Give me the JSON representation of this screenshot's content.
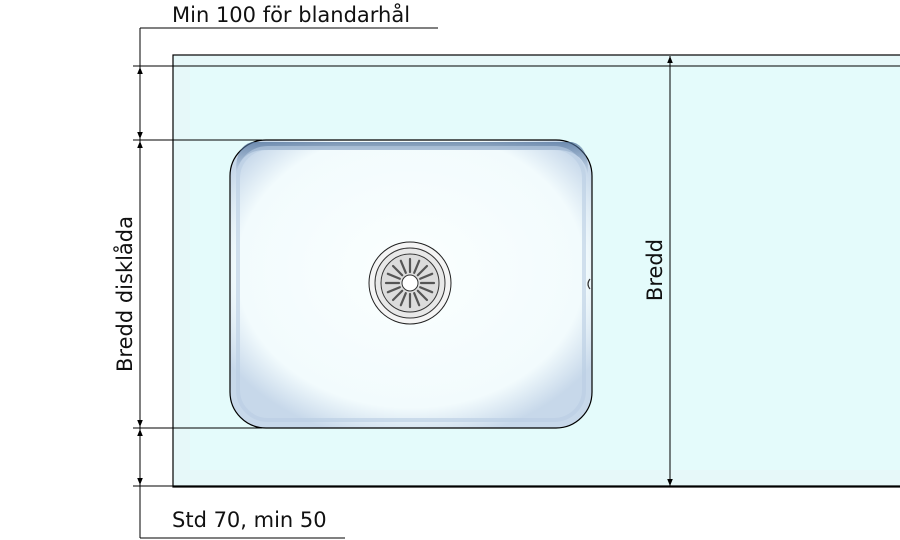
{
  "labels": {
    "top_dimension": "Min 100 för blandarhål",
    "bottom_dimension": "Std 70, min 50",
    "sink_width": "Bredd disklåda",
    "countertop_width": "Bredd"
  },
  "colors": {
    "countertop_fill": "#e6f8f9",
    "countertop_inner": "#e4fbfb",
    "sink_fill": "#f6fdfd",
    "sink_shadow": "#5c7fa6",
    "line": "#000000"
  },
  "icons": {
    "drain": "drain-strainer-icon",
    "overflow": "overflow-hole-icon"
  }
}
